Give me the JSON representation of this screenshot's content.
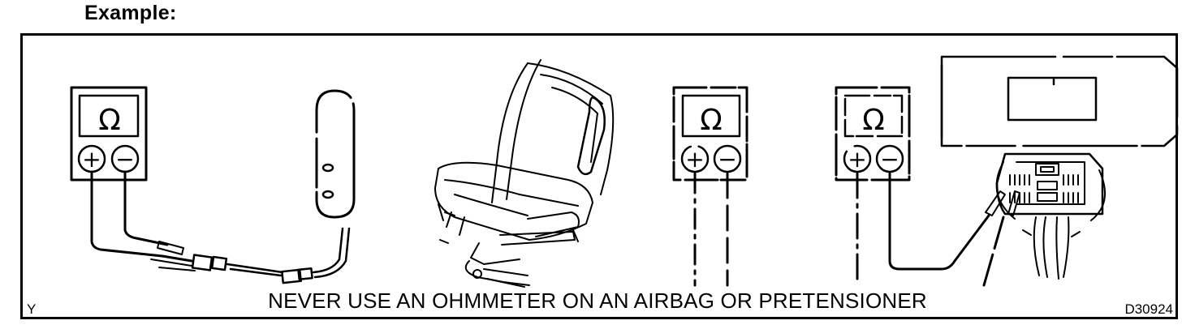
{
  "header": {
    "title": "Example:"
  },
  "figure": {
    "warning_text": "NEVER USE AN OHMMETER ON AN AIRBAG OR PRETENSIONER",
    "left_code": "Y",
    "drawing_id": "D30924",
    "meter_symbol": "Ω",
    "plus_symbol": "+",
    "minus_symbol": "−"
  }
}
